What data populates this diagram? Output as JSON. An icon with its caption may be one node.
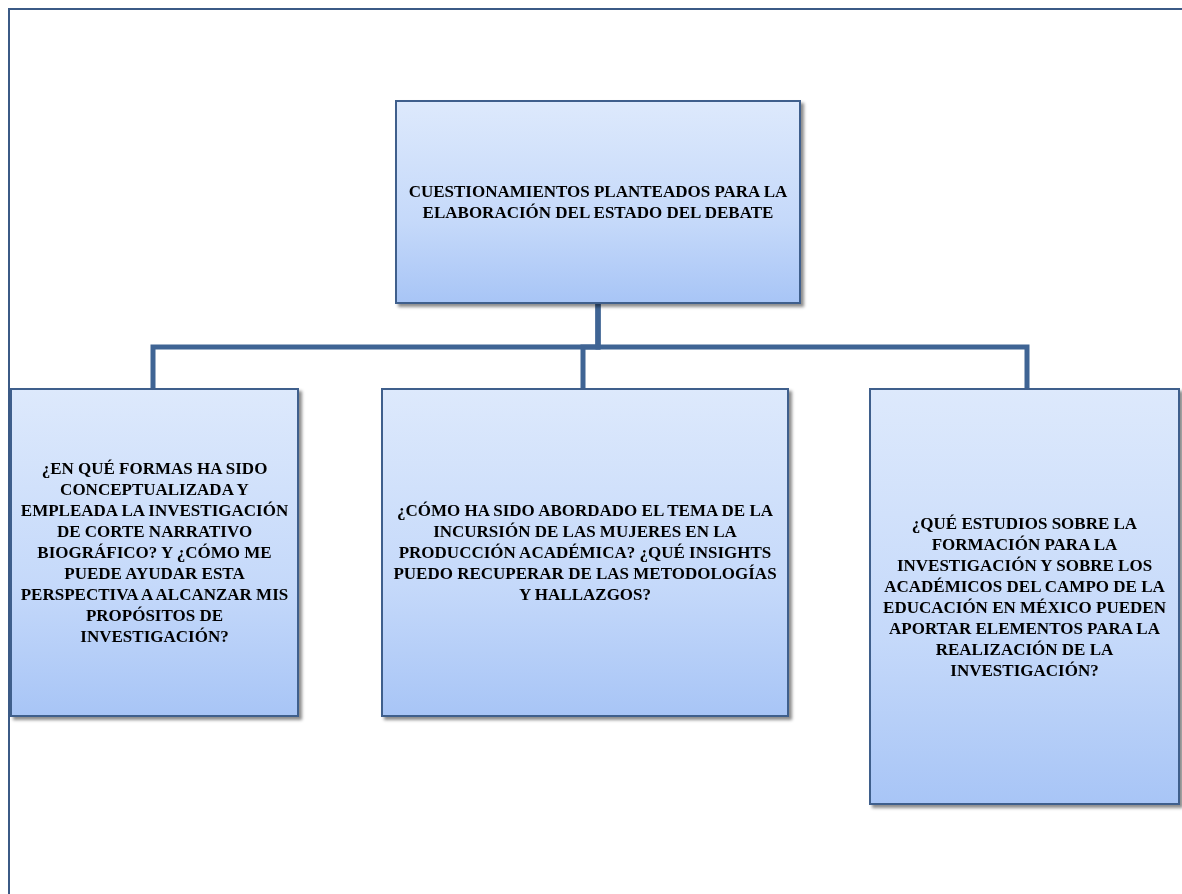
{
  "diagram": {
    "nodes": [
      {
        "text": [
          "CUESTIONAMIENTOS PLANTEADOS PARA LA ELABORACIÓN DEL ESTADO DEL DEBATE"
        ]
      },
      {
        "text": [
          "¿EN QUÉ FORMAS HA SIDO CONCEPTUALIZADA Y EMPLEADA LA INVESTIGACIÓN DE CORTE NARRATIVO BIOGRÁFICO? Y ¿CÓMO ME PUEDE AYUDAR ESTA PERSPECTIVA A ALCANZAR MIS PROPÓSITOS DE INVESTIGACIÓN?"
        ]
      },
      {
        "text": [
          "¿CÓMO HA SIDO ABORDADO EL TEMA DE LA INCURSIÓN DE LAS MUJERES EN LA PRODUCCIÓN ACADÉMICA? ¿QUÉ INSIGHTS PUEDO RECUPERAR DE LAS METODOLOGÍAS Y HALLAZGOS?"
        ]
      },
      {
        "text": [
          "¿QUÉ ESTUDIOS SOBRE LA FORMACIÓN PARA LA INVESTIGACIÓN Y SOBRE LOS ACADÉMICOS DEL CAMPO DE LA EDUCACIÓN EN MÉXICO PUEDEN APORTAR ELEMENTOS PARA LA REALIZACIÓN DE LA INVESTIGACIÓN?"
        ]
      }
    ],
    "edges": [
      {
        "from": 0,
        "to": 1,
        "arrow": "none"
      },
      {
        "from": 0,
        "to": 2,
        "arrow": "none"
      },
      {
        "from": 0,
        "to": 3,
        "arrow": "none"
      }
    ]
  }
}
